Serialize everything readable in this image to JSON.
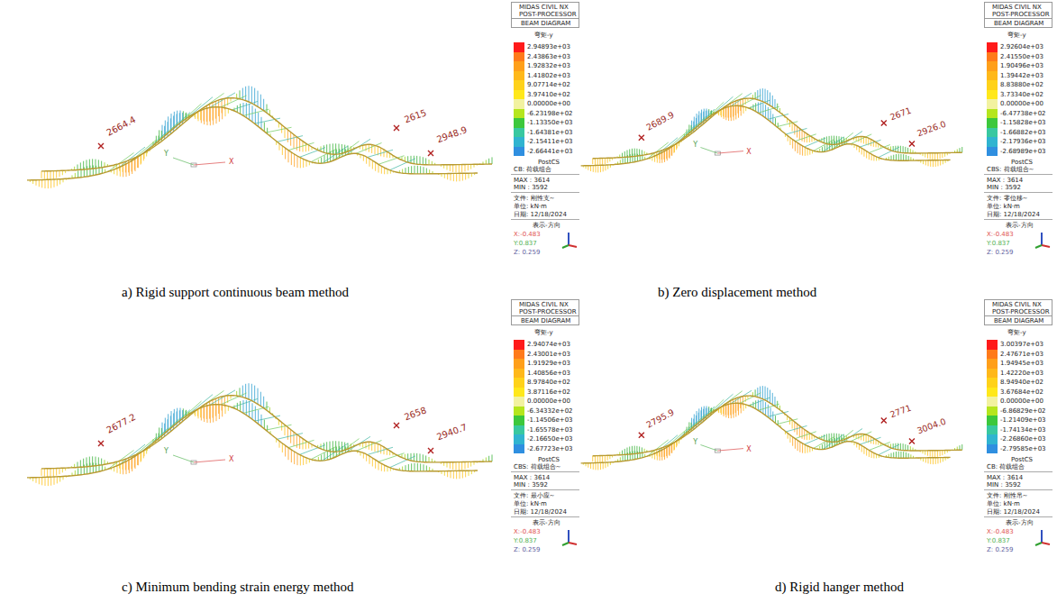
{
  "diagram": {
    "labels": [
      "a) Rigid support continuous beam method",
      "MIDAS CIVIL NX",
      "POST-PROCESSOR",
      "BEAM DIAGRAM",
      "弯矩-y",
      "PostCS",
      "CB: 荷载组合",
      "MAX : 3614",
      "MIN : 3592",
      "文件: 刚性支~",
      "单位: kN·m",
      "日期: 12/18/2024",
      "表示-方向",
      "X:-0.483",
      "Y:0.837",
      "Z: 0.259",
      "2664.4",
      "2615",
      "2948.9",
      "Y",
      "X",
      "b) Zero displacement method",
      "MIDAS CIVIL NX",
      "POST-PROCESSOR",
      "BEAM DIAGRAM",
      "弯矩-y",
      "PostCS",
      "CBS: 荷载组合~",
      "MAX : 3614",
      "MIN : 3592",
      "文件: 零位移~",
      "单位: kN·m",
      "日期: 12/18/2024",
      "表示-方向",
      "X:-0.483",
      "Y:0.837",
      "Z: 0.259",
      "2689.9",
      "2671",
      "2926.0",
      "Y",
      "X",
      "c) Minimum bending strain energy method",
      "MIDAS CIVIL NX",
      "POST-PROCESSOR",
      "BEAM DIAGRAM",
      "弯矩-y",
      "PostCS",
      "CBS: 荷载组合~",
      "MAX : 3614",
      "MIN : 3592",
      "文件: 最小应~",
      "单位: kN·m",
      "日期: 12/18/2024",
      "表示-方向",
      "X:-0.483",
      "Y:0.837",
      "Z: 0.259",
      "2677.2",
      "2658",
      "2940.7",
      "Y",
      "X",
      "d) Rigid hanger method",
      "MIDAS CIVIL NX",
      "POST-PROCESSOR",
      "BEAM DIAGRAM",
      "弯矩-y",
      "PostCS",
      "CB: 荷载组合",
      "MAX : 3614",
      "MIN : 3592",
      "文件: 刚性吊~",
      "单位: kN·m",
      "日期: 12/18/2024",
      "表示-方向",
      "X:-0.483",
      "Y:0.837",
      "Z: 0.259",
      "2795.9",
      "2771",
      "3004.0",
      "Y",
      "X"
    ],
    "legend": [
      {
        "text": "2.94893e+03",
        "color": "#ff1a1a"
      },
      {
        "text": "2.43863e+03",
        "color": "#ff7a1a"
      },
      {
        "text": "1.92832e+03",
        "color": "#ff9f1a"
      },
      {
        "text": "1.41802e+03",
        "color": "#ffb81a"
      },
      {
        "text": "9.07714e+02",
        "color": "#ffd21a"
      },
      {
        "text": "3.97410e+02",
        "color": "#ffe81a"
      },
      {
        "text": "0.00000e+00",
        "color": "#f2f2a0"
      },
      {
        "text": "-6.23198e+02",
        "color": "#b5e61d"
      },
      {
        "text": "-1.13350e+03",
        "color": "#3cc83c"
      },
      {
        "text": "-1.64381e+03",
        "color": "#38c8a0"
      },
      {
        "text": "-2.15411e+03",
        "color": "#30b4d0"
      },
      {
        "text": "-2.66441e+03",
        "color": "#2f8fe0"
      },
      {
        "text": "2.92604e+03",
        "color": "#ff1a1a"
      },
      {
        "text": "2.41550e+03",
        "color": "#ff7a1a"
      },
      {
        "text": "1.90496e+03",
        "color": "#ff9f1a"
      },
      {
        "text": "1.39442e+03",
        "color": "#ffb81a"
      },
      {
        "text": "8.83880e+02",
        "color": "#ffd21a"
      },
      {
        "text": "3.73340e+02",
        "color": "#ffe81a"
      },
      {
        "text": "0.00000e+00",
        "color": "#f2f2a0"
      },
      {
        "text": "-6.47738e+02",
        "color": "#b5e61d"
      },
      {
        "text": "-1.15828e+03",
        "color": "#3cc83c"
      },
      {
        "text": "-1.66882e+03",
        "color": "#38c8a0"
      },
      {
        "text": "-2.17936e+03",
        "color": "#30b4d0"
      },
      {
        "text": "-2.68989e+03",
        "color": "#2f8fe0"
      },
      {
        "text": "2.94074e+03",
        "color": "#ff1a1a"
      },
      {
        "text": "2.43001e+03",
        "color": "#ff7a1a"
      },
      {
        "text": "1.91929e+03",
        "color": "#ff9f1a"
      },
      {
        "text": "1.40856e+03",
        "color": "#ffb81a"
      },
      {
        "text": "8.97840e+02",
        "color": "#ffd21a"
      },
      {
        "text": "3.87116e+02",
        "color": "#ffe81a"
      },
      {
        "text": "0.00000e+00",
        "color": "#f2f2a0"
      },
      {
        "text": "-6.34332e+02",
        "color": "#b5e61d"
      },
      {
        "text": "-1.14506e+03",
        "color": "#3cc83c"
      },
      {
        "text": "-1.65578e+03",
        "color": "#38c8a0"
      },
      {
        "text": "-2.16650e+03",
        "color": "#30b4d0"
      },
      {
        "text": "-2.67723e+03",
        "color": "#2f8fe0"
      },
      {
        "text": "3.00397e+03",
        "color": "#ff1a1a"
      },
      {
        "text": "2.47671e+03",
        "color": "#ff7a1a"
      },
      {
        "text": "1.94945e+03",
        "color": "#ff9f1a"
      },
      {
        "text": "1.42220e+03",
        "color": "#ffb81a"
      },
      {
        "text": "8.94940e+02",
        "color": "#ffd21a"
      },
      {
        "text": "3.67684e+02",
        "color": "#ffe81a"
      },
      {
        "text": "0.00000e+00",
        "color": "#f2f2a0"
      },
      {
        "text": "-6.86829e+02",
        "color": "#b5e61d"
      },
      {
        "text": "-1.21409e+03",
        "color": "#3cc83c"
      },
      {
        "text": "-1.74134e+03",
        "color": "#38c8a0"
      },
      {
        "text": "-2.26860e+03",
        "color": "#30b4d0"
      },
      {
        "text": "-2.79585e+03",
        "color": "#2f8fe0"
      }
    ]
  }
}
